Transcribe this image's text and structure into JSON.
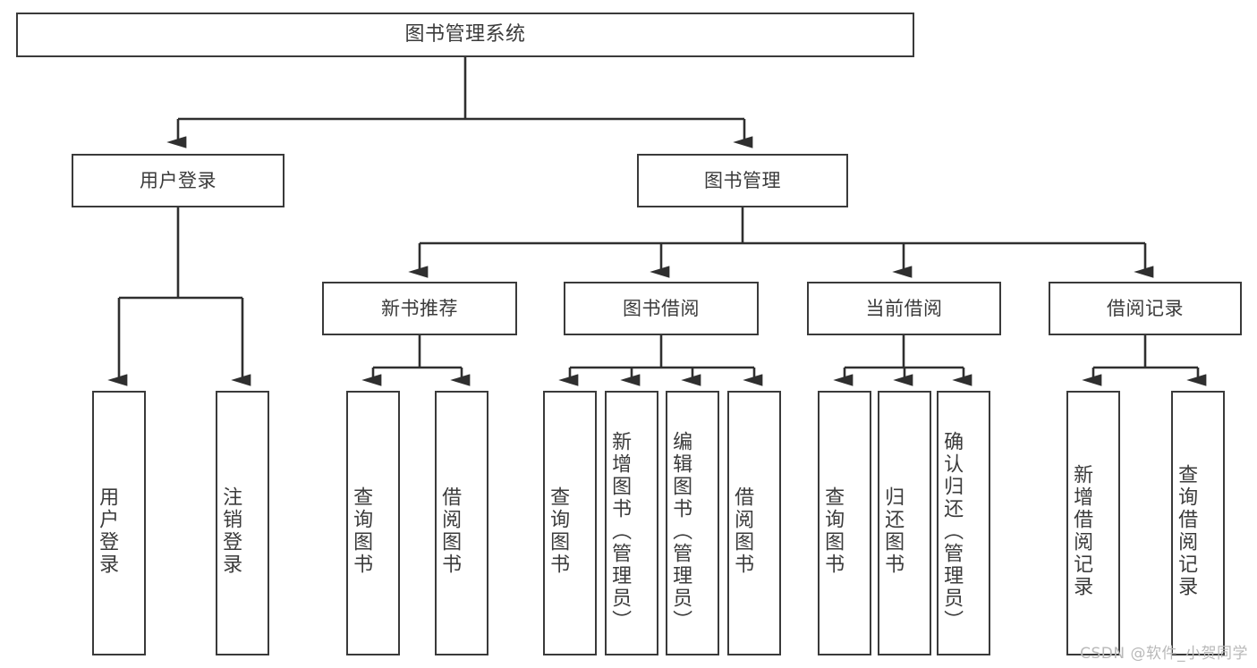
{
  "diagram": {
    "type": "tree",
    "title": "图书管理系统",
    "root": {
      "label": "图书管理系统"
    },
    "level1": [
      {
        "label": "用户登录"
      },
      {
        "label": "图书管理"
      }
    ],
    "level2": [
      {
        "label": "新书推荐"
      },
      {
        "label": "图书借阅"
      },
      {
        "label": "当前借阅"
      },
      {
        "label": "借阅记录"
      }
    ],
    "leaves": {
      "user_login": [
        {
          "label": "用户登录"
        },
        {
          "label": "注销登录"
        }
      ],
      "new_book_recommend": [
        {
          "label": "查询图书"
        },
        {
          "label": "借阅图书"
        }
      ],
      "book_borrow": [
        {
          "label": "查询图书"
        },
        {
          "label": "新增图书（管理员）"
        },
        {
          "label": "编辑图书（管理员）"
        },
        {
          "label": "借阅图书"
        }
      ],
      "current_borrow": [
        {
          "label": "查询图书"
        },
        {
          "label": "归还图书"
        },
        {
          "label": "确认归还（管理员）"
        }
      ],
      "borrow_record": [
        {
          "label": "新增借阅记录"
        },
        {
          "label": "查询借阅记录"
        }
      ]
    },
    "colors": {
      "box_border": "#3a3a3a",
      "box_fill": "#ffffff",
      "text": "#3b3b3b",
      "edge": "#2f2f2f",
      "watermark": "#b9b9b9"
    }
  },
  "watermark": {
    "text": "CSDN @软件_小贺同学"
  }
}
